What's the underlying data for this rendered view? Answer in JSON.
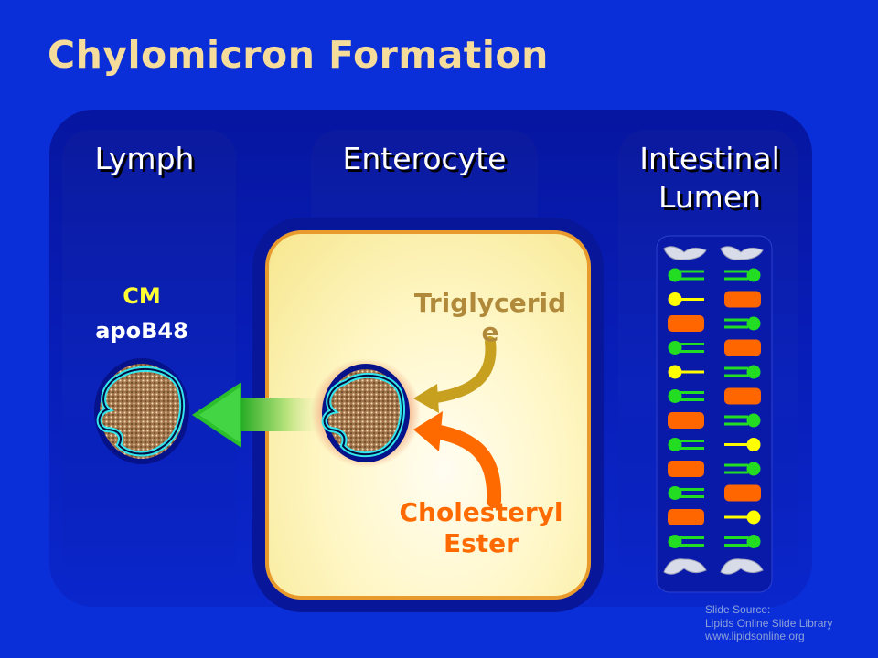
{
  "title": "Chylomicron Formation",
  "columns": {
    "lymph": "Lymph",
    "enterocyte": "Enterocyte",
    "lumen_line1": "Intestinal",
    "lumen_line2": "Lumen"
  },
  "labels": {
    "cm": "CM",
    "apob48": "apoB48",
    "triglyceride_line1": "Triglycerid",
    "triglyceride_line2": "e",
    "cholesteryl_line1": "Cholesteryl",
    "cholesteryl_line2": "Ester"
  },
  "source": {
    "line1": "Slide Source:",
    "line2": "Lipids Online Slide Library",
    "line3": "www.lipidsonline.org"
  },
  "colors": {
    "background": "#0a2fd9",
    "title": "#f5dc9a",
    "cm": "#ffff33",
    "triglyceride": "#b08a3a",
    "cholesteryl": "#ff6a00",
    "lipid_green": "#22dd22",
    "lipid_yellow": "#ffff00",
    "lipid_orange": "#ff6600"
  },
  "lumen": {
    "left_column": [
      "green-fork",
      "yellow-line",
      "orange-block",
      "green-fork",
      "yellow-line",
      "green-fork",
      "orange-block",
      "green-fork",
      "orange-block",
      "green-fork",
      "orange-block",
      "green-fork"
    ],
    "right_column": [
      "green-fork",
      "orange-block",
      "green-fork",
      "orange-block",
      "green-fork",
      "orange-block",
      "green-fork",
      "yellow-line",
      "green-fork",
      "orange-block",
      "yellow-line",
      "green-fork"
    ]
  }
}
